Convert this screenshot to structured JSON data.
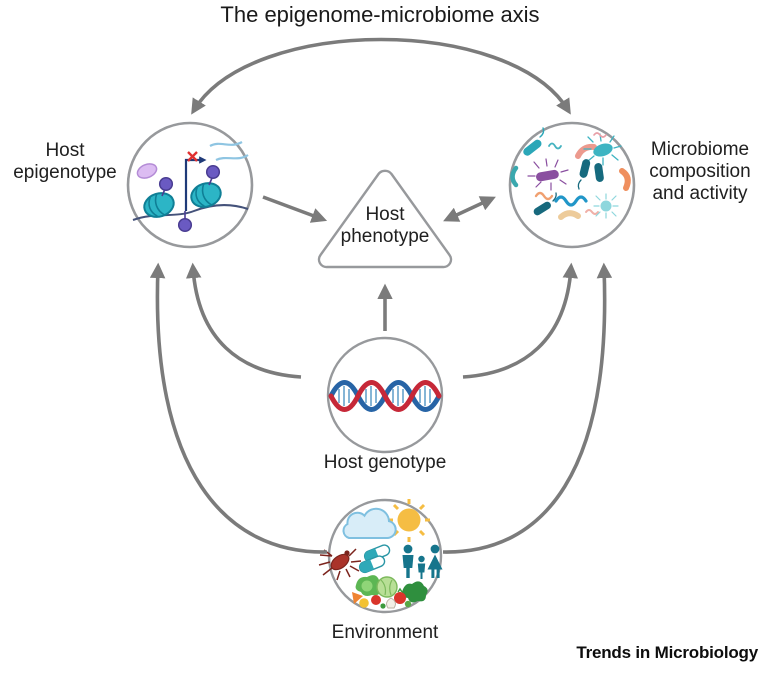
{
  "title": "The epigenome-microbiome axis",
  "journal_brand": "Trends in Microbiology",
  "nodes": {
    "epigenotype": {
      "label": "Host\nepigenotype",
      "icon": "epigenetic-marks-icon",
      "shape": "circle"
    },
    "microbiome": {
      "label": "Microbiome\ncomposition\nand activity",
      "icon": "microbes-icon",
      "shape": "circle"
    },
    "phenotype": {
      "label": "Host\nphenotype",
      "icon": "",
      "shape": "rounded-triangle"
    },
    "genotype": {
      "label": "Host genotype",
      "icon": "dna-helix-icon",
      "shape": "circle"
    },
    "environment": {
      "label": "Environment",
      "icon": "environment-icon",
      "shape": "circle"
    }
  },
  "edges": [
    {
      "from": "epigenotype",
      "to": "microbiome",
      "bidirectional": true,
      "style": "arc-top"
    },
    {
      "from": "epigenotype",
      "to": "phenotype",
      "bidirectional": false,
      "style": "straight"
    },
    {
      "from": "phenotype",
      "to": "microbiome",
      "bidirectional": true,
      "style": "straight"
    },
    {
      "from": "genotype",
      "to": "phenotype",
      "bidirectional": false,
      "style": "straight"
    },
    {
      "from": "genotype",
      "to": "epigenotype",
      "bidirectional": false,
      "style": "curve"
    },
    {
      "from": "genotype",
      "to": "microbiome",
      "bidirectional": false,
      "style": "curve"
    },
    {
      "from": "environment",
      "to": "epigenotype",
      "bidirectional": false,
      "style": "curve"
    },
    {
      "from": "environment",
      "to": "microbiome",
      "bidirectional": false,
      "style": "curve"
    }
  ],
  "colors": {
    "arrow": "#7b7b7b",
    "node_border": "#97999c",
    "text": "#202020",
    "background": "#ffffff",
    "dna_red": "#c62838",
    "dna_blue": "#2764a6",
    "nucleosome_teal": "#2cb5c6",
    "methyl_purple": "#6a5ac2",
    "block_arrow_navy": "#1f3a78",
    "block_x_red": "#e03030"
  }
}
